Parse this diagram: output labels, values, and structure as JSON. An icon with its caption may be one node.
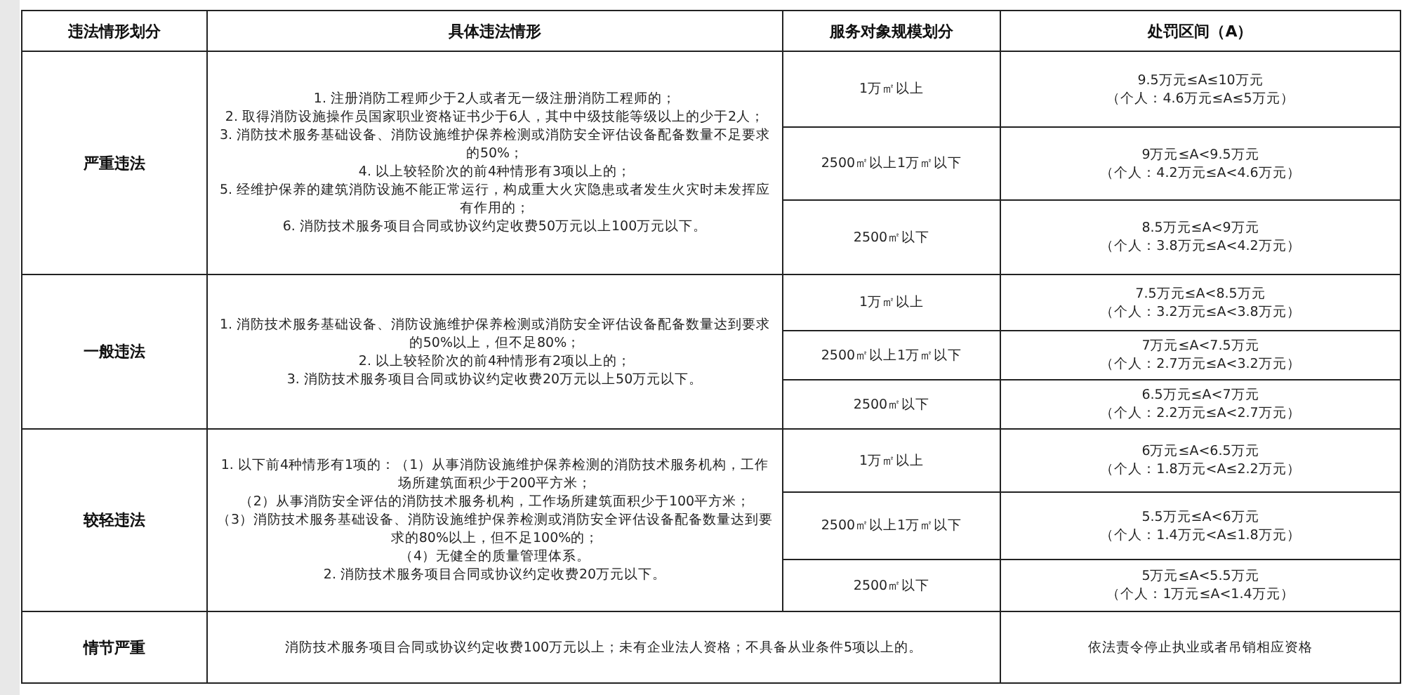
{
  "diagram": {
    "labels": [
      "违法情形划分",
      "具体违法情形",
      "服务对象规模划分",
      "处罚区间（A）",
      "严重违法",
      "1. 注册消防工程师少于2人或者无一级注册消防工程师的；",
      "2. 取得消防设施操作员国家职业资格证书少于6人，其中中级技能等级以上的少于2人；",
      "3. 消防技术服务基础设备、消防设施维护保养检测或消防安全评估设备配备数量不足要求的50%；",
      "4. 以上较轻阶次的前4种情形有3项以上的；",
      "5. 经维护保养的建筑消防设施不能正常运行，构成重大火灾隐患或者发生火灾时未发挥应有作用的；",
      "6. 消防技术服务项目合同或协议约定收费50万元以上100万元以下。",
      "1万㎡以上",
      "9.5万元≤A≤10万元",
      "（个人：4.6万元≤A≤5万元）",
      "2500㎡以上1万㎡以下",
      "9万元≤A<9.5万元",
      "（个人：4.2万元≤A<4.6万元）",
      "2500㎡以下",
      "8.5万元≤A<9万元",
      "（个人：3.8万元≤A<4.2万元）",
      "一般违法",
      "1. 消防技术服务基础设备、消防设施维护保养检测或消防安全评估设备配备数量达到要求的50%以上，但不足80%；",
      "2. 以上较轻阶次的前4种情形有2项以上的；",
      "3. 消防技术服务项目合同或协议约定收费20万元以上50万元以下。",
      "1万㎡以上",
      "7.5万元≤A<8.5万元",
      "（个人：3.2万元≤A<3.8万元）",
      "2500㎡以上1万㎡以下",
      "7万元≤A<7.5万元",
      "（个人：2.7万元≤A<3.2万元）",
      "2500㎡以下",
      "6.5万元≤A<7万元",
      "（个人：2.2万元≤A<2.7万元）",
      "较轻违法",
      "1. 以下前4种情形有1项的：（1）从事消防设施维护保养检测的消防技术服务机构，工作场所建筑面积少于200平方米；",
      "（2）从事消防安全评估的消防技术服务机构，工作场所建筑面积少于100平方米；",
      "（3）消防技术服务基础设备、消防设施维护保养检测或消防安全评估设备配备数量达到要求的80%以上，但不足100%的；",
      "（4）无健全的质量管理体系。",
      "2. 消防技术服务项目合同或协议约定收费20万元以下。",
      "1万㎡以上",
      "6万元≤A<6.5万元",
      "（个人：1.8万元<A≤2.2万元）",
      "2500㎡以上1万㎡以下",
      "5.5万元≤A<6万元",
      "（个人：1.4万元<A≤1.8万元）",
      "2500㎡以下",
      "5万元≤A<5.5万元",
      "（个人：1万元≤A<1.4万元）",
      "情节严重",
      "消防技术服务项目合同或协议约定收费100万元以上；未有企业法人资格；不具备从业条件5项以上的。",
      "依法责令停止执业或者吊销相应资格"
    ]
  }
}
